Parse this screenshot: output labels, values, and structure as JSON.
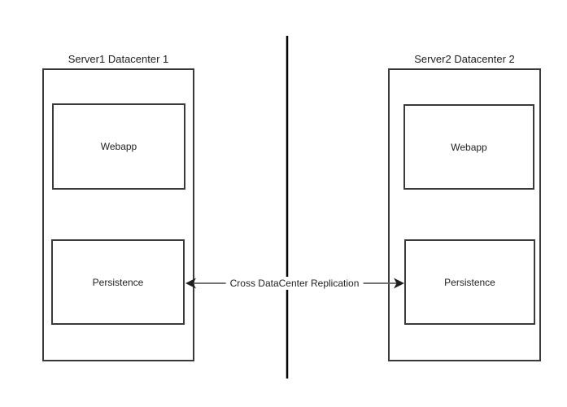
{
  "diagram": {
    "datacenter_left": {
      "title": "Server1 Datacenter 1",
      "webapp_label": "Webapp",
      "persistence_label": "Persistence"
    },
    "datacenter_right": {
      "title": "Server2 Datacenter 2",
      "webapp_label": "Webapp",
      "persistence_label": "Persistence"
    },
    "connector": {
      "label": "Cross DataCenter Replication",
      "arrowheads": "both"
    },
    "colors": {
      "box-border": "#3a3a3a",
      "divider": "#000000",
      "arrow-line": "#616161",
      "arrow-head": "#1f1f1f",
      "text": "#1f1f1f",
      "background": "#ffffff"
    }
  }
}
